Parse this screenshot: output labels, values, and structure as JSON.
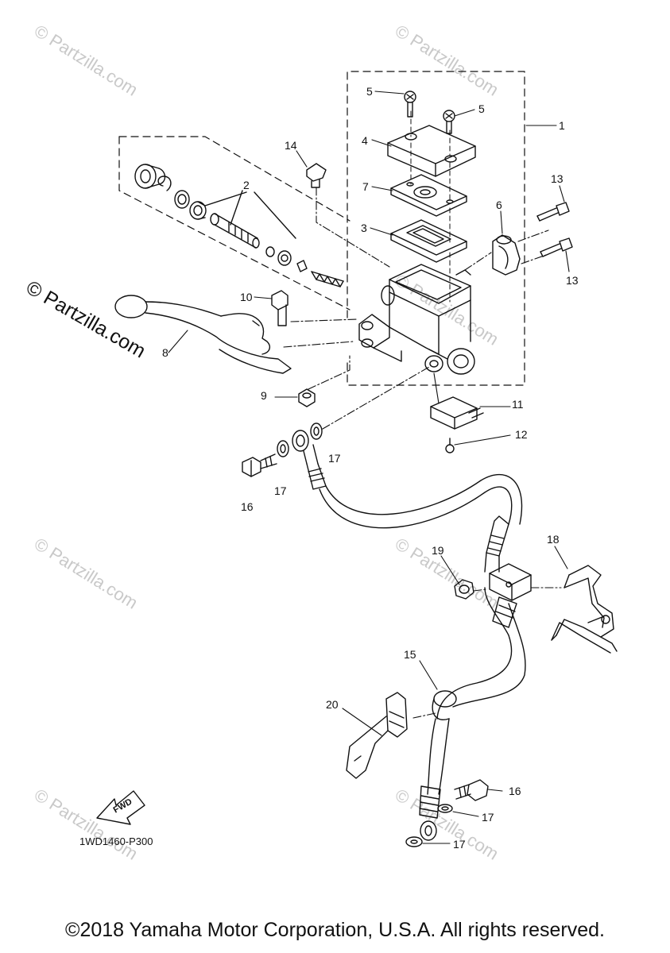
{
  "watermark": "© Partzilla.com",
  "copyright": "©2018 Yamaha Motor Corporation, U.S.A. All rights reserved.",
  "drawing_code": "1WD1460-P300",
  "fwd_label": "FWD",
  "callouts": {
    "c1": "1",
    "c2": "2",
    "c3": "3",
    "c4": "4",
    "c5a": "5",
    "c5b": "5",
    "c6": "6",
    "c7": "7",
    "c8": "8",
    "c9": "9",
    "c10": "10",
    "c11": "11",
    "c12": "12",
    "c13a": "13",
    "c13b": "13",
    "c14": "14",
    "c15": "15",
    "c16a": "16",
    "c16b": "16",
    "c17a": "17",
    "c17b": "17",
    "c17c": "17",
    "c17d": "17",
    "c18": "18",
    "c19": "19",
    "c20": "20"
  }
}
